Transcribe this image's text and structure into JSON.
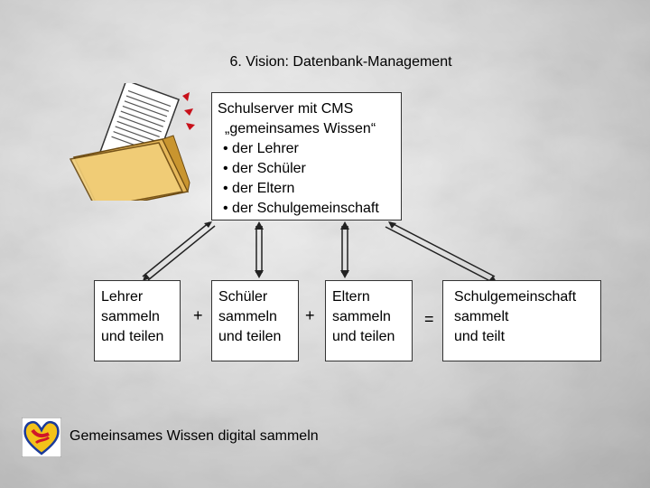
{
  "title": "6. Vision: Datenbank-Management",
  "server": {
    "lines": [
      "Schulserver mit CMS",
      "„gemeinsames Wissen“",
      "• der Lehrer",
      "• der Schüler",
      "• der Eltern",
      "• der Schulgemeinschaft"
    ]
  },
  "groups": [
    {
      "lines": [
        "Lehrer",
        "sammeln",
        "und teilen"
      ]
    },
    {
      "lines": [
        "Schüler",
        "sammeln",
        "und teilen"
      ]
    },
    {
      "lines": [
        "Eltern",
        "sammeln",
        "und teilen"
      ]
    },
    {
      "lines": [
        "Schulgemeinschaft",
        "sammelt",
        "und teilt"
      ]
    }
  ],
  "operators": [
    "+",
    "+",
    "="
  ],
  "footer": "Gemeinsames Wissen digital sammeln",
  "icons": [
    "folder-with-document-icon",
    "heart-logo-icon"
  ]
}
